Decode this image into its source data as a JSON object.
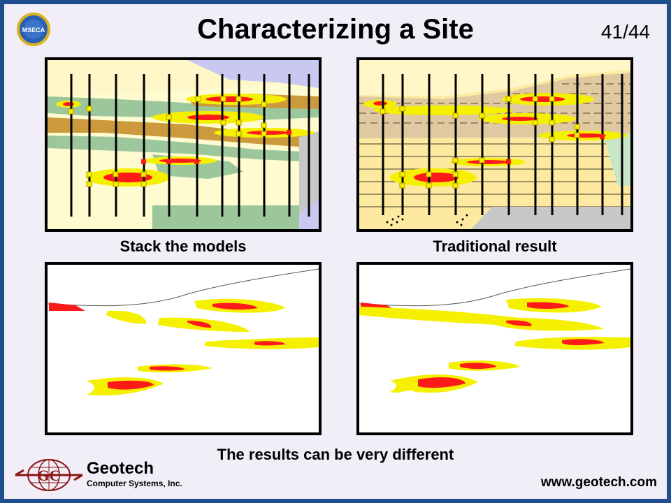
{
  "slide": {
    "title": "Characterizing a Site",
    "page_number": "41/44",
    "captions": {
      "top_left": "Stack the models",
      "top_right": "Traditional result",
      "bottom": "The results can be very different"
    },
    "logo": {
      "name": "Geotech",
      "subtitle": "Computer Systems, Inc.",
      "seal_text": "MSECA"
    },
    "url": "www.geotech.com"
  },
  "colors": {
    "slide_border": "#1f4e8f",
    "slide_background": "#f1eef7",
    "plume_outer": "#f5f000",
    "plume_core": "#ff1a1a",
    "layer_tan": "#cc9a3c",
    "layer_green": "#9cc79c",
    "layer_lightyellow": "#fff7c8",
    "layer_lavender": "#c8c8f0",
    "layer_gray": "#c8c8c8"
  },
  "icons": {
    "seal": "mseca-seal-icon",
    "logo_globe": "geotech-globe-icon"
  }
}
